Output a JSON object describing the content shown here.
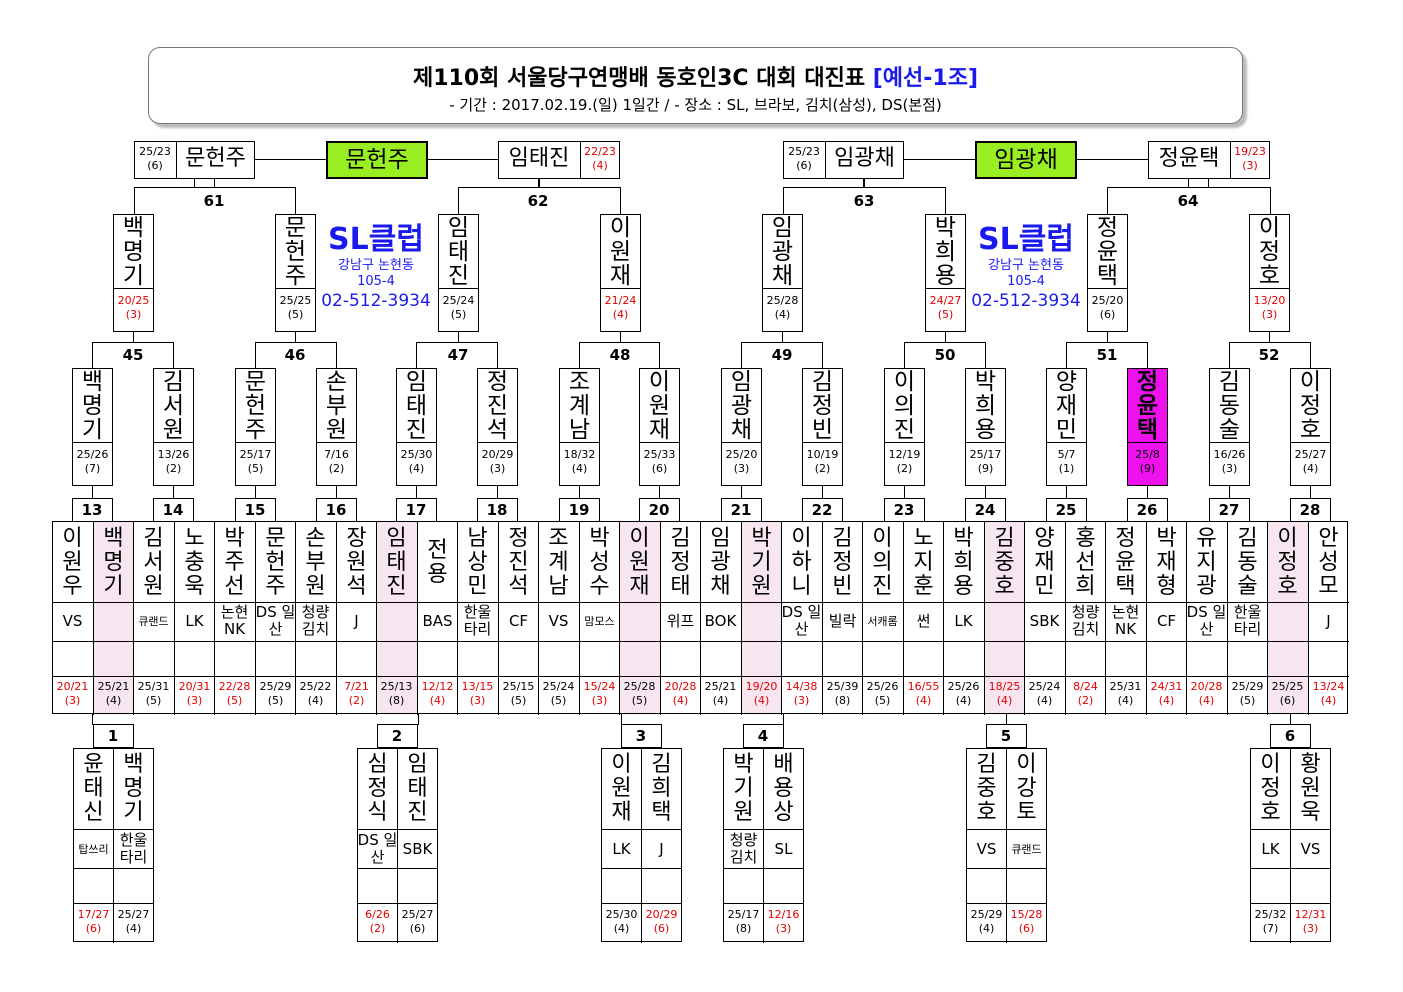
{
  "header": {
    "title": "제110회 서울당구연맹배 동호인3C 대회 대진표",
    "group": "[예선-1조]",
    "subtitle": "- 기간 : 2017.02.19.(일) 1일간 / - 장소 : SL, 브라보, 김치(삼성), DS(본점)"
  },
  "colors": {
    "winner_bg": "#99ee22",
    "highlight": "#ee11ee",
    "loss_row": "#f7e6f0",
    "score_red": "#e00000",
    "club_blue": "#1a1aee"
  },
  "final_round": [
    {
      "left": {
        "name": "문헌주",
        "score": "25/23",
        "inn": "(6)"
      },
      "winner": "문헌주",
      "right": {
        "name": "임태진",
        "score": "22/23",
        "inn": "(4)"
      }
    },
    {
      "left": {
        "name": "임광채",
        "score": "25/23",
        "inn": "(6)"
      },
      "winner": "임광채",
      "right": {
        "name": "정윤택",
        "score": "19/23",
        "inn": "(3)"
      }
    }
  ],
  "club": {
    "name": "SL클럽",
    "address1": "강남구 논현동",
    "address2": "105-4",
    "phone": "02-512-3934"
  },
  "match_numbers": {
    "m61": "61",
    "m62": "62",
    "m63": "63",
    "m64": "64",
    "m45": "45",
    "m46": "46",
    "m47": "47",
    "m48": "48",
    "m49": "49",
    "m50": "50",
    "m51": "51",
    "m52": "52",
    "m1": "1",
    "m2": "2",
    "m3": "3",
    "m4": "4",
    "m5": "5",
    "m6": "6"
  },
  "round16": [
    {
      "name": "백명기",
      "score": "20/25",
      "inn": "(3)"
    },
    {
      "name": "문헌주",
      "score": "25/25",
      "inn": "(5)"
    },
    {
      "name": "임태진",
      "score": "25/24",
      "inn": "(5)"
    },
    {
      "name": "이원재",
      "score": "21/24",
      "inn": "(4)"
    },
    {
      "name": "임광채",
      "score": "25/28",
      "inn": "(4)"
    },
    {
      "name": "박희용",
      "score": "24/27",
      "inn": "(5)"
    },
    {
      "name": "정윤택",
      "score": "25/20",
      "inn": "(6)"
    },
    {
      "name": "이정호",
      "score": "13/20",
      "inn": "(3)"
    }
  ],
  "round32": [
    {
      "name": "백명기",
      "score": "25/26",
      "inn": "(7)"
    },
    {
      "name": "김서원",
      "score": "13/26",
      "inn": "(2)"
    },
    {
      "name": "문헌주",
      "score": "25/17",
      "inn": "(5)"
    },
    {
      "name": "손부원",
      "score": "7/16",
      "inn": "(2)"
    },
    {
      "name": "임태진",
      "score": "25/30",
      "inn": "(4)"
    },
    {
      "name": "정진석",
      "score": "20/29",
      "inn": "(3)"
    },
    {
      "name": "조계남",
      "score": "18/32",
      "inn": "(4)"
    },
    {
      "name": "이원재",
      "score": "25/33",
      "inn": "(6)"
    },
    {
      "name": "임광채",
      "score": "25/20",
      "inn": "(3)"
    },
    {
      "name": "김정빈",
      "score": "10/19",
      "inn": "(2)"
    },
    {
      "name": "이의진",
      "score": "12/19",
      "inn": "(2)"
    },
    {
      "name": "박희용",
      "score": "25/17",
      "inn": "(9)"
    },
    {
      "name": "양재민",
      "score": "5/7",
      "inn": "(1)"
    },
    {
      "name": "정윤택",
      "score": "25/8",
      "inn": "(9)"
    },
    {
      "name": "김동술",
      "score": "16/26",
      "inn": "(3)"
    },
    {
      "name": "이정호",
      "score": "25/27",
      "inn": "(4)"
    }
  ],
  "round64_numbers": [
    "13",
    "14",
    "15",
    "16",
    "17",
    "18",
    "19",
    "20",
    "21",
    "22",
    "23",
    "24",
    "25",
    "26",
    "27",
    "28"
  ],
  "round64": [
    {
      "name": "이원우",
      "club": "VS",
      "score": "20/21",
      "inn": "(3)"
    },
    {
      "name": "백명기",
      "club": "",
      "score": "25/21",
      "inn": "(4)"
    },
    {
      "name": "김서원",
      "club": "큐랜드",
      "score": "25/31",
      "inn": "(5)"
    },
    {
      "name": "노충욱",
      "club": "LK",
      "score": "20/31",
      "inn": "(3)"
    },
    {
      "name": "박주선",
      "club": "논현 NK",
      "score": "22/28",
      "inn": "(5)"
    },
    {
      "name": "문헌주",
      "club": "DS 일산",
      "score": "25/29",
      "inn": "(5)"
    },
    {
      "name": "손부원",
      "club": "청량 김치",
      "score": "25/22",
      "inn": "(4)"
    },
    {
      "name": "장원석",
      "club": "J",
      "score": "7/21",
      "inn": "(2)"
    },
    {
      "name": "임태진",
      "club": "",
      "score": "25/13",
      "inn": "(8)"
    },
    {
      "name": "전용",
      "club": "BAS",
      "score": "12/12",
      "inn": "(4)"
    },
    {
      "name": "남상민",
      "club": "한울 타리",
      "score": "13/15",
      "inn": "(3)"
    },
    {
      "name": "정진석",
      "club": "CF",
      "score": "25/15",
      "inn": "(5)"
    },
    {
      "name": "조계남",
      "club": "VS",
      "score": "25/24",
      "inn": "(5)"
    },
    {
      "name": "박성수",
      "club": "맘모스",
      "score": "15/24",
      "inn": "(3)"
    },
    {
      "name": "이원재",
      "club": "",
      "score": "25/28",
      "inn": "(5)"
    },
    {
      "name": "김정태",
      "club": "위프",
      "score": "20/28",
      "inn": "(4)"
    },
    {
      "name": "임광채",
      "club": "BOK",
      "score": "25/21",
      "inn": "(4)"
    },
    {
      "name": "박기원",
      "club": "",
      "score": "19/20",
      "inn": "(4)"
    },
    {
      "name": "이하니",
      "club": "DS 일산",
      "score": "14/38",
      "inn": "(3)"
    },
    {
      "name": "김정빈",
      "club": "빌락",
      "score": "25/39",
      "inn": "(8)"
    },
    {
      "name": "이의진",
      "club": "서캐롬",
      "score": "25/26",
      "inn": "(5)"
    },
    {
      "name": "노지훈",
      "club": "썬",
      "score": "16/55",
      "inn": "(4)"
    },
    {
      "name": "박희용",
      "club": "LK",
      "score": "25/26",
      "inn": "(4)"
    },
    {
      "name": "김중호",
      "club": "",
      "score": "18/25",
      "inn": "(4)"
    },
    {
      "name": "양재민",
      "club": "SBK",
      "score": "25/24",
      "inn": "(4)"
    },
    {
      "name": "홍선희",
      "club": "청량 김치",
      "score": "8/24",
      "inn": "(2)"
    },
    {
      "name": "정윤택",
      "club": "논현 NK",
      "score": "25/31",
      "inn": "(4)"
    },
    {
      "name": "박재형",
      "club": "CF",
      "score": "24/31",
      "inn": "(4)"
    },
    {
      "name": "유지광",
      "club": "DS 일산",
      "score": "20/28",
      "inn": "(4)"
    },
    {
      "name": "김동술",
      "club": "한울 타리",
      "score": "25/29",
      "inn": "(5)"
    },
    {
      "name": "이정호",
      "club": "",
      "score": "25/25",
      "inn": "(6)"
    },
    {
      "name": "안성모",
      "club": "J",
      "score": "13/24",
      "inn": "(4)"
    }
  ],
  "prelim": [
    {
      "name": "윤태신",
      "club": "탑쓰리",
      "score": "17/27",
      "inn": "(6)"
    },
    {
      "name": "백명기",
      "club": "한울 타리",
      "score": "25/27",
      "inn": "(4)"
    },
    {
      "name": "심정식",
      "club": "DS 일산",
      "score": "6/26",
      "inn": "(2)"
    },
    {
      "name": "임태진",
      "club": "SBK",
      "score": "25/27",
      "inn": "(6)"
    },
    {
      "name": "이원재",
      "club": "LK",
      "score": "25/30",
      "inn": "(4)"
    },
    {
      "name": "김희택",
      "club": "J",
      "score": "20/29",
      "inn": "(6)"
    },
    {
      "name": "박기원",
      "club": "청량 김치",
      "score": "25/17",
      "inn": "(8)"
    },
    {
      "name": "배용상",
      "club": "SL",
      "score": "12/16",
      "inn": "(3)"
    },
    {
      "name": "김중호",
      "club": "VS",
      "score": "25/29",
      "inn": "(4)"
    },
    {
      "name": "이강토",
      "club": "큐랜드",
      "score": "15/28",
      "inn": "(6)"
    },
    {
      "name": "이정호",
      "club": "LK",
      "score": "25/32",
      "inn": "(7)"
    },
    {
      "name": "황원욱",
      "club": "VS",
      "score": "12/31",
      "inn": "(3)"
    }
  ]
}
